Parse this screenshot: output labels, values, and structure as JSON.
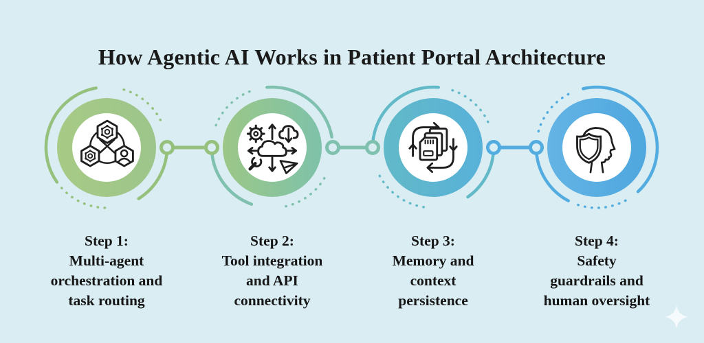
{
  "title": "How Agentic AI Works in Patient Portal Architecture",
  "steps": [
    {
      "name": "multi-agent-orchestration",
      "icon": "multi-agent-icon",
      "lines": [
        "Step 1:",
        "Multi-agent",
        "orchestration and",
        "task routing"
      ]
    },
    {
      "name": "tool-integration",
      "icon": "tool-integration-icon",
      "lines": [
        "Step 2:",
        "Tool integration",
        "and API",
        "connectivity"
      ]
    },
    {
      "name": "memory-persistence",
      "icon": "memory-context-icon",
      "lines": [
        "Step 3:",
        "Memory and",
        "context",
        "persistence"
      ]
    },
    {
      "name": "safety-oversight",
      "icon": "safety-oversight-icon",
      "lines": [
        "Step 4:",
        "Safety",
        "guardrails and",
        "human oversight"
      ]
    }
  ],
  "colors": {
    "background": "#d9edf3",
    "title_text": "#1a1a1a",
    "step_text": "#161616",
    "icon_stroke": "#1e1e1e",
    "step1_ring": "#a4c884",
    "step2_ring_start": "#9cc787",
    "step2_ring_end": "#7ec2aa",
    "step3_ring_start": "#62b9c8",
    "step3_ring_end": "#58b1d9",
    "step4_ring_start": "#64b4e5",
    "step4_ring_end": "#4ea7de",
    "connector1": "#95c17c",
    "connector2": "#7fc0ae",
    "connector3": "#53ace0"
  },
  "decor": {
    "sparkle_shape": "four-point-star"
  }
}
